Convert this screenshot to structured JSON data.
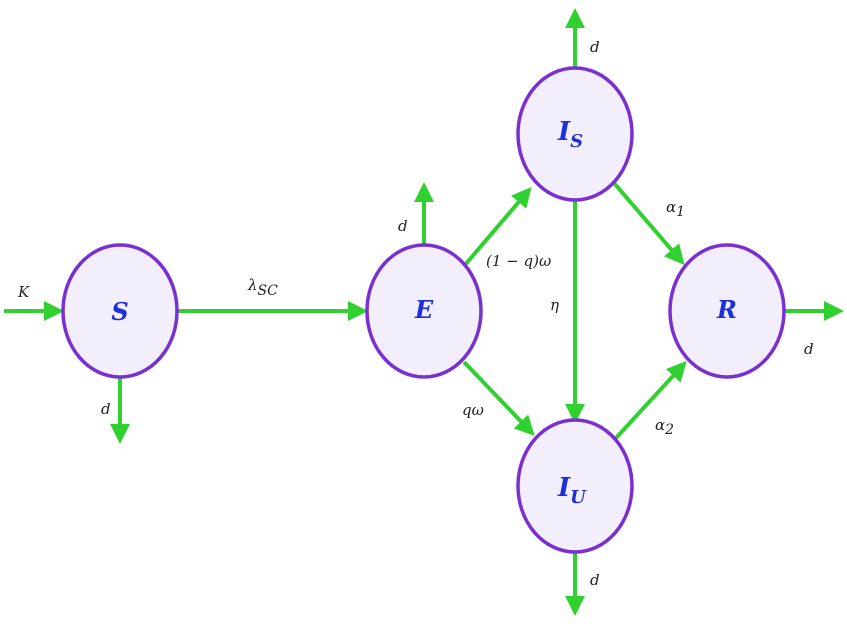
{
  "colors": {
    "node_stroke": "#7a2fd0",
    "node_fill": "#f2eefb",
    "arrow": "#2fd02f",
    "node_text": "#1f2fd8"
  },
  "nodes": {
    "S": {
      "main": "S",
      "sub": ""
    },
    "E": {
      "main": "E",
      "sub": ""
    },
    "IS": {
      "main": "I",
      "sub": "S"
    },
    "IU": {
      "main": "I",
      "sub": "U"
    },
    "R": {
      "main": "R",
      "sub": ""
    }
  },
  "edges": {
    "inflow_S": {
      "label": "K"
    },
    "S_E": {
      "label_main": "λ",
      "label_sub": "SC"
    },
    "E_IS": {
      "label": "(1 − q)ω"
    },
    "E_IU": {
      "label": "qω"
    },
    "IS_IU": {
      "label": "η"
    },
    "IS_R": {
      "label_main": "α",
      "label_sub": "1"
    },
    "IU_R": {
      "label_main": "α",
      "label_sub": "2"
    },
    "death_S": {
      "label": "d"
    },
    "death_E": {
      "label": "d"
    },
    "death_IS": {
      "label": "d"
    },
    "death_IU": {
      "label": "d"
    },
    "death_R": {
      "label": "d"
    }
  }
}
